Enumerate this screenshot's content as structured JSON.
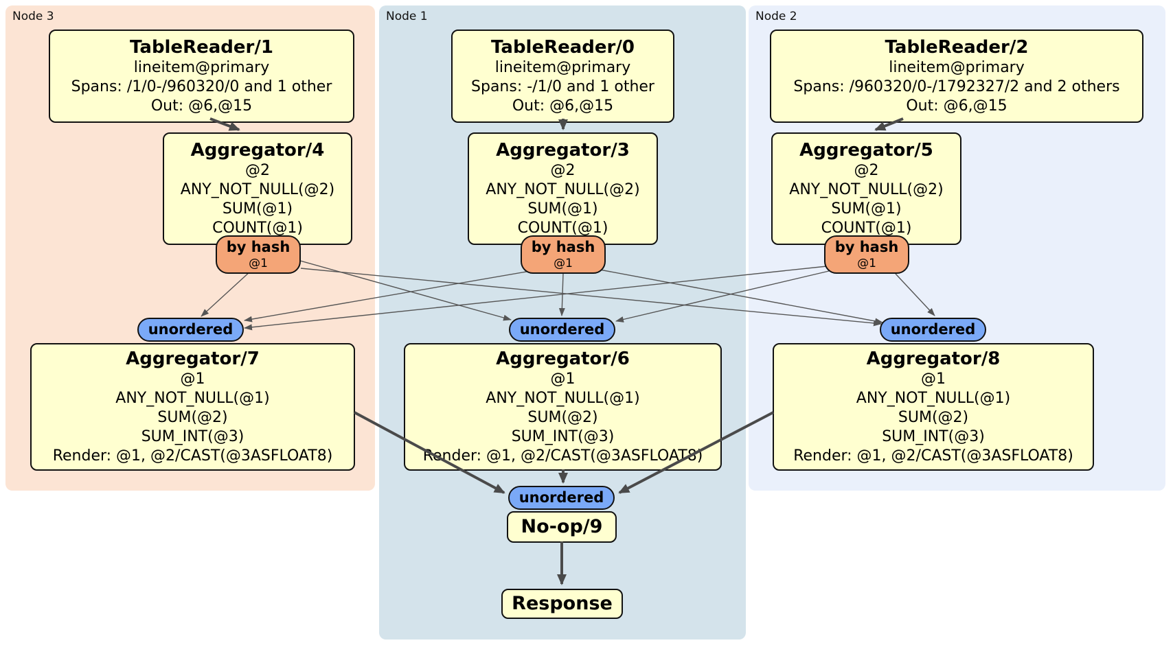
{
  "groups": {
    "node3": {
      "label": "Node 3"
    },
    "node1": {
      "label": "Node 1"
    },
    "node2": {
      "label": "Node 2"
    }
  },
  "processors": {
    "tr1": {
      "title": "TableReader/1",
      "lines": [
        "lineitem@primary",
        "Spans: /1/0-/960320/0 and 1 other",
        "Out: @6,@15"
      ]
    },
    "tr0": {
      "title": "TableReader/0",
      "lines": [
        "lineitem@primary",
        "Spans: -/1/0 and 1 other",
        "Out: @6,@15"
      ]
    },
    "tr2": {
      "title": "TableReader/2",
      "lines": [
        "lineitem@primary",
        "Spans: /960320/0-/1792327/2 and 2 others",
        "Out: @6,@15"
      ]
    },
    "agg4": {
      "title": "Aggregator/4",
      "lines": [
        "@2",
        "ANY_NOT_NULL(@2)",
        "SUM(@1)",
        "COUNT(@1)"
      ]
    },
    "agg3": {
      "title": "Aggregator/3",
      "lines": [
        "@2",
        "ANY_NOT_NULL(@2)",
        "SUM(@1)",
        "COUNT(@1)"
      ]
    },
    "agg5": {
      "title": "Aggregator/5",
      "lines": [
        "@2",
        "ANY_NOT_NULL(@2)",
        "SUM(@1)",
        "COUNT(@1)"
      ]
    },
    "agg7": {
      "title": "Aggregator/7",
      "lines": [
        "@1",
        "ANY_NOT_NULL(@1)",
        "SUM(@2)",
        "SUM_INT(@3)",
        "Render: @1, @2/CAST(@3ASFLOAT8)"
      ]
    },
    "agg6": {
      "title": "Aggregator/6",
      "lines": [
        "@1",
        "ANY_NOT_NULL(@1)",
        "SUM(@2)",
        "SUM_INT(@3)",
        "Render: @1, @2/CAST(@3ASFLOAT8)"
      ]
    },
    "agg8": {
      "title": "Aggregator/8",
      "lines": [
        "@1",
        "ANY_NOT_NULL(@1)",
        "SUM(@2)",
        "SUM_INT(@3)",
        "Render: @1, @2/CAST(@3ASFLOAT8)"
      ]
    },
    "noop": {
      "title": "No-op/9"
    },
    "response": {
      "title": "Response"
    }
  },
  "router": {
    "label": "by hash",
    "key": "@1"
  },
  "sync": {
    "label": "unordered"
  },
  "colors": {
    "node3_bg": "#fce4d4",
    "node1_bg": "#d4e3eb",
    "node2_bg": "#eaf0fb",
    "processor_bg": "#ffffd0",
    "router_bg": "#f4a577",
    "sync_bg": "#7aa9f7",
    "edge": "#555555",
    "thick_edge": "#4a4a4a"
  }
}
